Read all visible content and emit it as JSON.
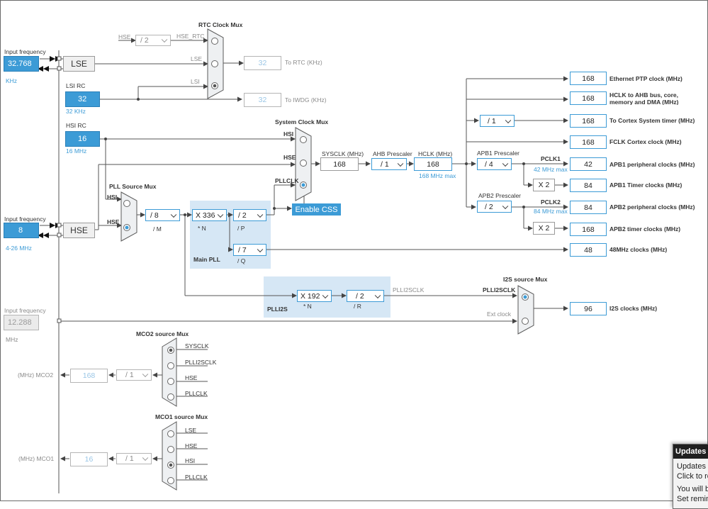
{
  "sources": {
    "lse": {
      "header": "Input frequency",
      "value": "32.768",
      "unit": "KHz",
      "box": "LSE"
    },
    "lsi": {
      "header": "LSI RC",
      "value": "32",
      "unit": "32 KHz"
    },
    "hsi": {
      "header": "HSI RC",
      "value": "16",
      "unit": "16 MHz"
    },
    "hse": {
      "header": "Input frequency",
      "value": "8",
      "unit": "4-26 MHz",
      "box": "HSE"
    },
    "i2s_ext": {
      "header": "Input frequency",
      "value": "12.288",
      "unit": "MHz"
    }
  },
  "rtc": {
    "title": "RTC Clock Mux",
    "hse_label": "HSE",
    "div": "/ 2",
    "hse_rtc": "HSE_RTC",
    "lse": "LSE",
    "lsi": "LSI",
    "rtc_value": "32",
    "rtc_label": "To RTC (KHz)",
    "iwdg_value": "32",
    "iwdg_label": "To IWDG (KHz)"
  },
  "sysmux": {
    "title": "System Clock Mux",
    "hsi": "HSI",
    "hse": "HSE",
    "pllclk": "PLLCLK",
    "css_button": "Enable CSS"
  },
  "pllsrc": {
    "title": "PLL Source Mux",
    "hsi": "HSI",
    "hse": "HSE"
  },
  "pll": {
    "m": "/ 8",
    "m_label": "/ M",
    "n": "X 336",
    "n_label": "* N",
    "p": "/ 2",
    "p_label": "/ P",
    "q": "/ 7",
    "q_label": "/ Q",
    "title": "Main PLL"
  },
  "plli2s": {
    "title": "PLLI2S",
    "n": "X 192",
    "n_label": "* N",
    "r": "/ 2",
    "r_label": "/ R",
    "out": "PLLI2SCLK"
  },
  "i2smux": {
    "title": "I2S source Mux",
    "plli2sclk": "PLLI2SCLK",
    "ext": "Ext clock"
  },
  "bus": {
    "sysclk_label": "SYSCLK (MHz)",
    "sysclk": "168",
    "ahb_label": "AHB Prescaler",
    "ahb": "/ 1",
    "hclk_label": "HCLK (MHz)",
    "hclk": "168",
    "hclk_max": "168 MHz max",
    "apb1_label": "APB1 Prescaler",
    "apb1": "/ 4",
    "pclk1": "PCLK1",
    "pclk1_max": "42 MHz max",
    "apb2_label": "APB2 Prescaler",
    "apb2": "/ 2",
    "pclk2": "PCLK2",
    "pclk2_max": "84 MHz max",
    "x2a": "X 2",
    "x2b": "X 2",
    "cortex_div": "/ 1"
  },
  "outputs": [
    {
      "value": "168",
      "label": "Ethernet PTP clock (MHz)"
    },
    {
      "value": "168",
      "label": "HCLK to AHB bus, core, memory and DMA (MHz)"
    },
    {
      "value": "168",
      "label": "To Cortex System timer (MHz)"
    },
    {
      "value": "168",
      "label": "FCLK Cortex clock (MHz)"
    },
    {
      "value": "42",
      "label": "APB1 peripheral clocks (MHz)"
    },
    {
      "value": "84",
      "label": "APB1 Timer clocks (MHz)"
    },
    {
      "value": "84",
      "label": "APB2 peripheral clocks (MHz)"
    },
    {
      "value": "168",
      "label": "APB2 timer clocks (MHz)"
    },
    {
      "value": "48",
      "label": "48MHz clocks (MHz)"
    },
    {
      "value": "96",
      "label": "I2S clocks (MHz)"
    }
  ],
  "mco2": {
    "title": "MCO2 source Mux",
    "inputs": [
      "SYSCLK",
      "PLLI2SCLK",
      "HSE",
      "PLLCLK"
    ],
    "div": "/ 1",
    "value": "168",
    "label": "(MHz) MCO2"
  },
  "mco1": {
    "title": "MCO1 source Mux",
    "inputs": [
      "LSE",
      "HSE",
      "HSI",
      "PLLCLK"
    ],
    "div": "/ 1",
    "value": "16",
    "label": "(MHz) MCO1"
  },
  "toast": {
    "title": "Updates A",
    "lines": [
      "Updates a",
      "Click to re",
      "You will b",
      "Set remin"
    ]
  },
  "colors": {
    "accent": "#3c9bd6",
    "pll_bg": "#d6e7f5",
    "source_fill": "#3c9bd6"
  }
}
